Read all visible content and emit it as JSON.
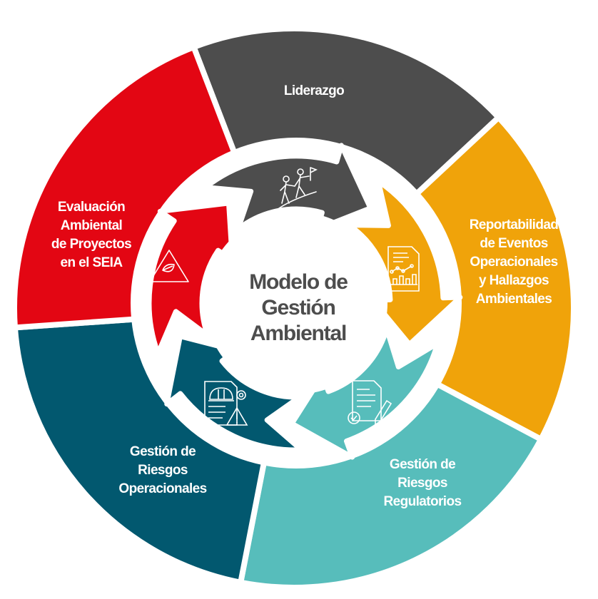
{
  "title": [
    "Modelo de",
    "Gestión",
    "Ambiental"
  ],
  "segments": [
    {
      "id": "liderazgo",
      "lines": [
        "Liderazgo"
      ],
      "color": "#4d4d4d",
      "icon": "climbers-flag-icon"
    },
    {
      "id": "reportabilidad",
      "lines": [
        "Reportabilidad",
        "de Eventos",
        "Operacionales",
        "y Hallazgos",
        "Ambientales"
      ],
      "color": "#f0a30a",
      "icon": "report-chart-icon"
    },
    {
      "id": "riesgos-regulatorios",
      "lines": [
        "Gestión de",
        "Riesgos",
        "Regulatorios"
      ],
      "color": "#57bdbb",
      "icon": "document-signature-icon"
    },
    {
      "id": "riesgos-operacionales",
      "lines": [
        "Gestión de",
        "Riesgos",
        "Operacionales"
      ],
      "color": "#02586f",
      "icon": "helmet-warning-document-icon"
    },
    {
      "id": "evaluacion",
      "lines": [
        "Evaluación",
        "Ambiental",
        "de Proyectos",
        "en el SEIA"
      ],
      "color": "#e30613",
      "icon": "leaf-triangle-icon"
    }
  ]
}
